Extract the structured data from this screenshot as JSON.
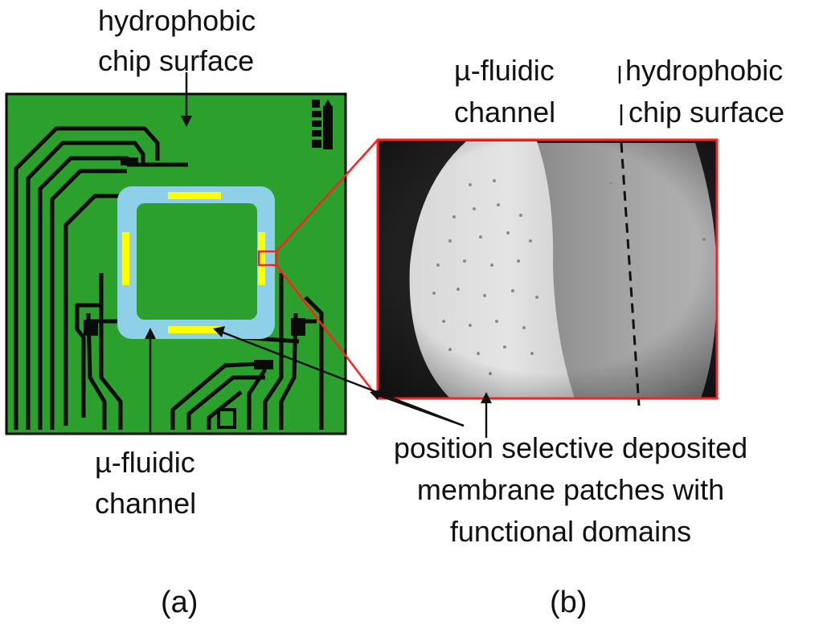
{
  "panel_a": {
    "label_top_line1": "hydrophobic",
    "label_top_line2": "chip surface",
    "label_bottom_line1": "µ-fluidic",
    "label_bottom_line2": "channel",
    "caption": "(a)"
  },
  "panel_b": {
    "label_left_line1": "µ-fluidic",
    "label_left_line2": "channel",
    "label_right_line1": "hydrophobic",
    "label_right_line2": "chip surface",
    "caption": "(b)"
  },
  "shared": {
    "deposit_line1": "position selective deposited",
    "deposit_line2": "membrane patches with",
    "deposit_line3": "functional domains"
  },
  "colors": {
    "chip_green": "#2ca02c",
    "track_black": "#0a0a0a",
    "channel_blue": "#8ed0e8",
    "patch_yellow": "#ffff00",
    "zoom_red": "#ff2020"
  }
}
